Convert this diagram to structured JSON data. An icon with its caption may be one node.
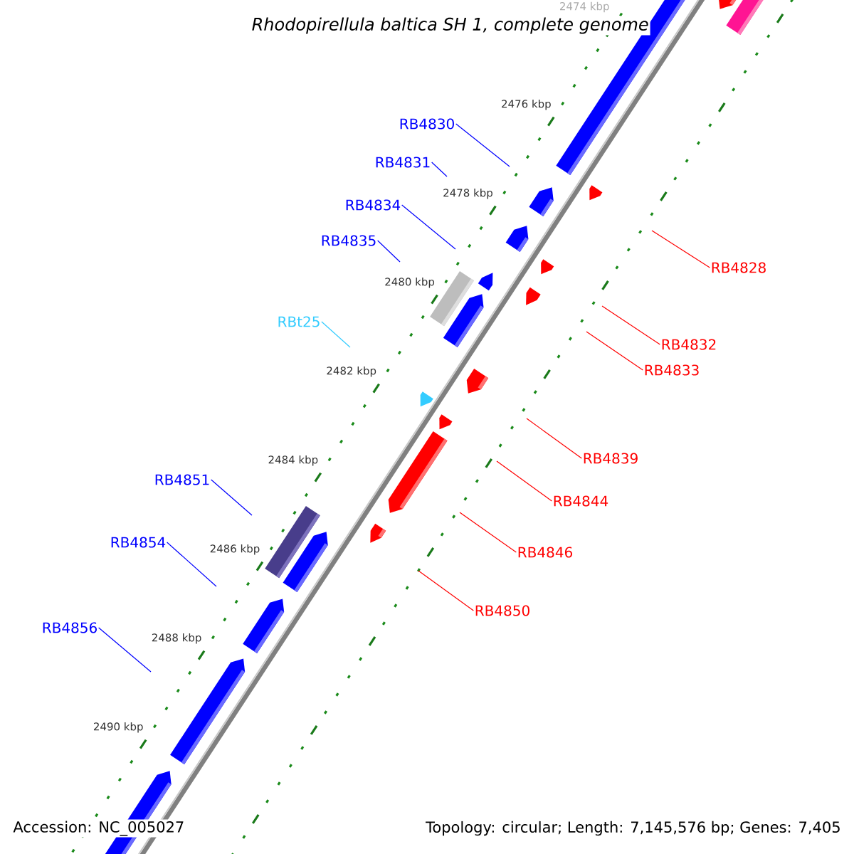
{
  "diagram": {
    "title": "Rhodopirellula baltica SH 1, complete genome",
    "nodes": [
      {
        "text": [
          "RB4830"
        ]
      },
      {
        "text": [
          "RB4831"
        ]
      },
      {
        "text": [
          "RB4834"
        ]
      },
      {
        "text": [
          "RB4835"
        ]
      },
      {
        "text": [
          "RB4828"
        ]
      },
      {
        "text": [
          "RBt25"
        ]
      },
      {
        "text": [
          "RB4832"
        ]
      },
      {
        "text": [
          "RB4833"
        ]
      },
      {
        "text": [
          "RB4839"
        ]
      },
      {
        "text": [
          "RB4851"
        ]
      },
      {
        "text": [
          "RB4844"
        ]
      },
      {
        "text": [
          "RB4854"
        ]
      },
      {
        "text": [
          "RB4846"
        ]
      },
      {
        "text": [
          "RB4850"
        ]
      },
      {
        "text": [
          "RB4856"
        ]
      }
    ],
    "edges": [
      {
        "from": 0,
        "to": null,
        "arrow": "none"
      },
      {
        "from": 1,
        "to": null,
        "arrow": "none"
      },
      {
        "from": 2,
        "to": null,
        "arrow": "none"
      },
      {
        "from": 3,
        "to": null,
        "arrow": "none"
      },
      {
        "from": 4,
        "to": null,
        "arrow": "none",
        "color": "#ff0000"
      },
      {
        "from": 5,
        "to": null,
        "arrow": "none",
        "color": "#33ccff"
      },
      {
        "from": 6,
        "to": null,
        "arrow": "none",
        "color": "#ff0000"
      },
      {
        "from": 7,
        "to": null,
        "arrow": "none",
        "color": "#ff0000"
      },
      {
        "from": 8,
        "to": null,
        "arrow": "none",
        "color": "#ff0000"
      },
      {
        "from": 9,
        "to": null,
        "arrow": "none"
      },
      {
        "from": 10,
        "to": null,
        "arrow": "none",
        "color": "#ff0000"
      },
      {
        "from": 11,
        "to": null,
        "arrow": "none"
      },
      {
        "from": 12,
        "to": null,
        "arrow": "none",
        "color": "#ff0000"
      },
      {
        "from": 13,
        "to": null,
        "arrow": "none",
        "color": "#ff0000"
      },
      {
        "from": 14,
        "to": null,
        "arrow": "none"
      }
    ],
    "labels": [
      "2474 kbp",
      "2476 kbp",
      "2478 kbp",
      "2480 kbp",
      "2482 kbp",
      "2484 kbp",
      "2486 kbp",
      "2488 kbp",
      "2490 kbp",
      "Accession: NC_005027",
      "Topology: circular; Length: 7,145,576 bp; Genes: 7,405"
    ]
  }
}
